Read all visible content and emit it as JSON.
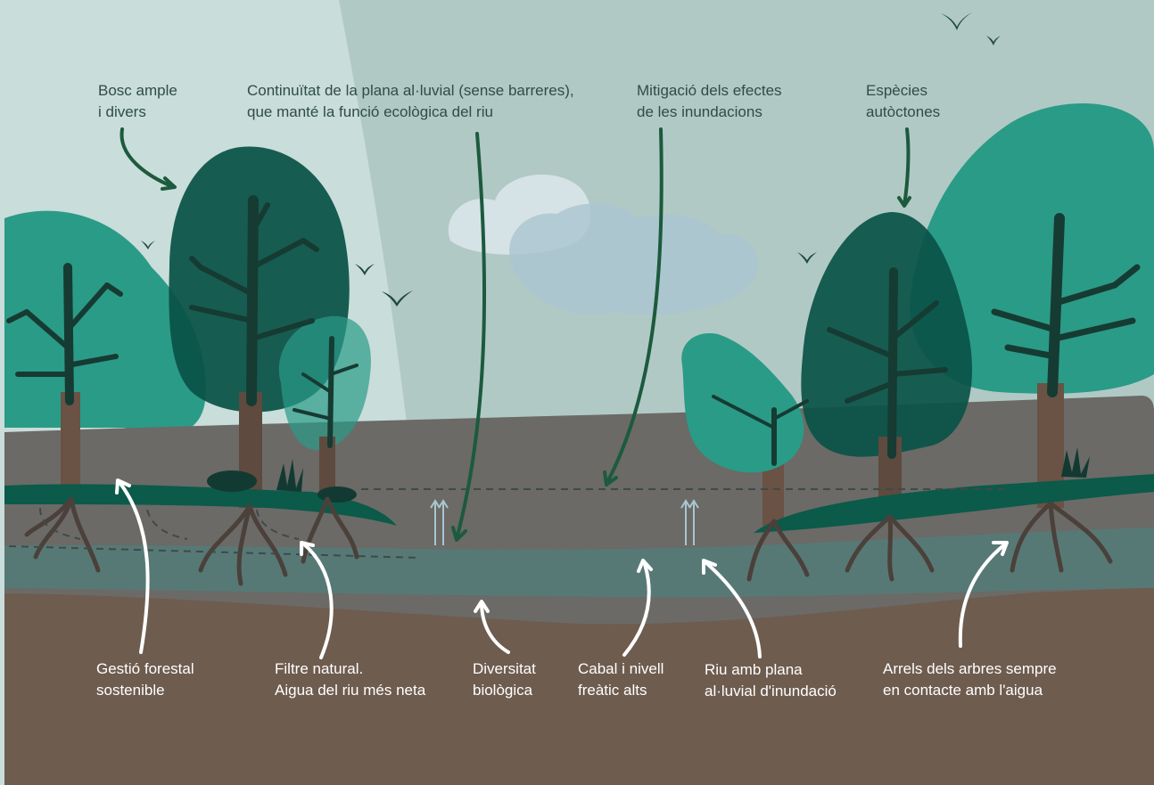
{
  "top_labels": {
    "bosc": "Bosc ample\ni divers",
    "continuitat": "Continuïtat de la plana al·luvial (sense barreres),\nque manté la funció ecològica del riu",
    "mitigacio": "Mitigació dels efectes\nde les inundacions",
    "especies": "Espècies\nautòctones"
  },
  "bottom_labels": {
    "gestio": "Gestió forestal\nsostenible",
    "filtre": "Filtre natural.\nAigua del riu més neta",
    "diversitat": "Diversitat\nbiològica",
    "cabal": "Cabal i nivell\nfreàtic alts",
    "riu": "Riu amb plana\nal·luvial d'inundació",
    "arrels": "Arrels dels arbres sempre\nen contacte amb l'aigua"
  },
  "colors": {
    "sky_light": "#c9ddda",
    "sky_dark": "#b1c9c5",
    "canopy_dark": "#0a5246",
    "canopy_teal": "#2a9b87",
    "trunk": "#5e4a3e",
    "branch": "#163b33",
    "ground_grey": "#6b6a66",
    "water": "#577976",
    "soil": "#6e5c4f",
    "grass": "#0b5a4a",
    "arrow_dark": "#1c5a3e",
    "arrow_light": "#ffffff"
  }
}
